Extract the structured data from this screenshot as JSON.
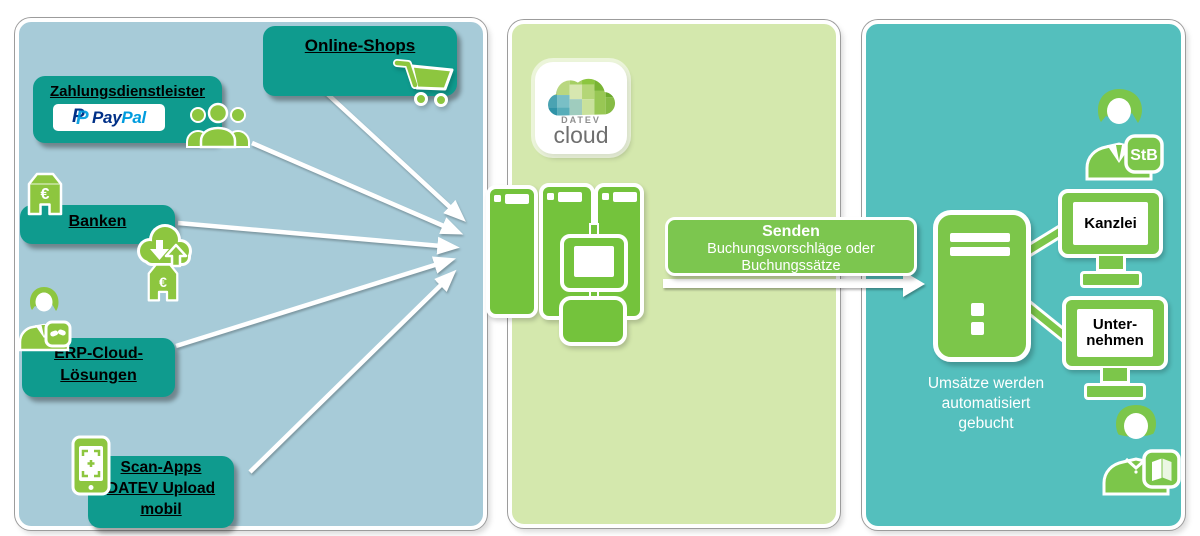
{
  "left_panel": {
    "online_shops": {
      "label": "Online-Shops"
    },
    "zahlungsdienstleister": {
      "label": "Zahlungsdienstleister",
      "paypal_monogram": "P",
      "paypal_pay": "Pay",
      "paypal_pal": "Pal"
    },
    "banken": {
      "label": "Banken",
      "euro_symbol": "€"
    },
    "erp": {
      "line1": "ERP-Cloud-",
      "line2": "Lösungen"
    },
    "scan_apps": {
      "line1": "Scan-Apps",
      "line2": "DATEV Upload",
      "line3": "mobil"
    }
  },
  "middle_panel": {
    "logo": {
      "top": "DATEV",
      "main": "cloud"
    }
  },
  "send_arrow": {
    "title": "Senden",
    "line1": "Buchungsvorschläge oder",
    "line2": "Buchungssätze"
  },
  "right_panel": {
    "stb_badge": "StB",
    "kanzlei_label": "Kanzlei",
    "unternehmen_line1": "Unter-",
    "unternehmen_line2": "nehmen",
    "note": {
      "line1": "Umsätze werden",
      "line2": "automatisiert",
      "line3": "gebucht"
    }
  },
  "icons": {
    "shopping-cart-icon": "online shop cart",
    "users-group-icon": "payment service customers",
    "bank-building-icon": "bank with euro sign",
    "cloud-sync-icon": "cloud with up/down transfer arrows",
    "consultant-icon": "person with tie and handshake badge",
    "scan-phone-icon": "smartphone with scan frame",
    "datev-cloud-logo": "DATEV cloud mosaic logo",
    "server-cluster-icon": "three servers with workstation",
    "server-tower-icon": "server tower",
    "tax-advisor-icon": "person in suit with StB badge",
    "entrepreneur-icon": "person with book badge",
    "monitor-icon": "desktop monitor"
  },
  "colors": {
    "panel_left": "#a7cbd8",
    "panel_middle": "#d4e8ad",
    "panel_right": "#54bfbd",
    "teal_box": "#0f9b8e",
    "icon_green": "#8dc63f",
    "device_green": "#74c33c",
    "send_green": "#7cc64f",
    "paypal_dark": "#003087",
    "paypal_light": "#009cde",
    "arrow_white": "#ffffff"
  }
}
